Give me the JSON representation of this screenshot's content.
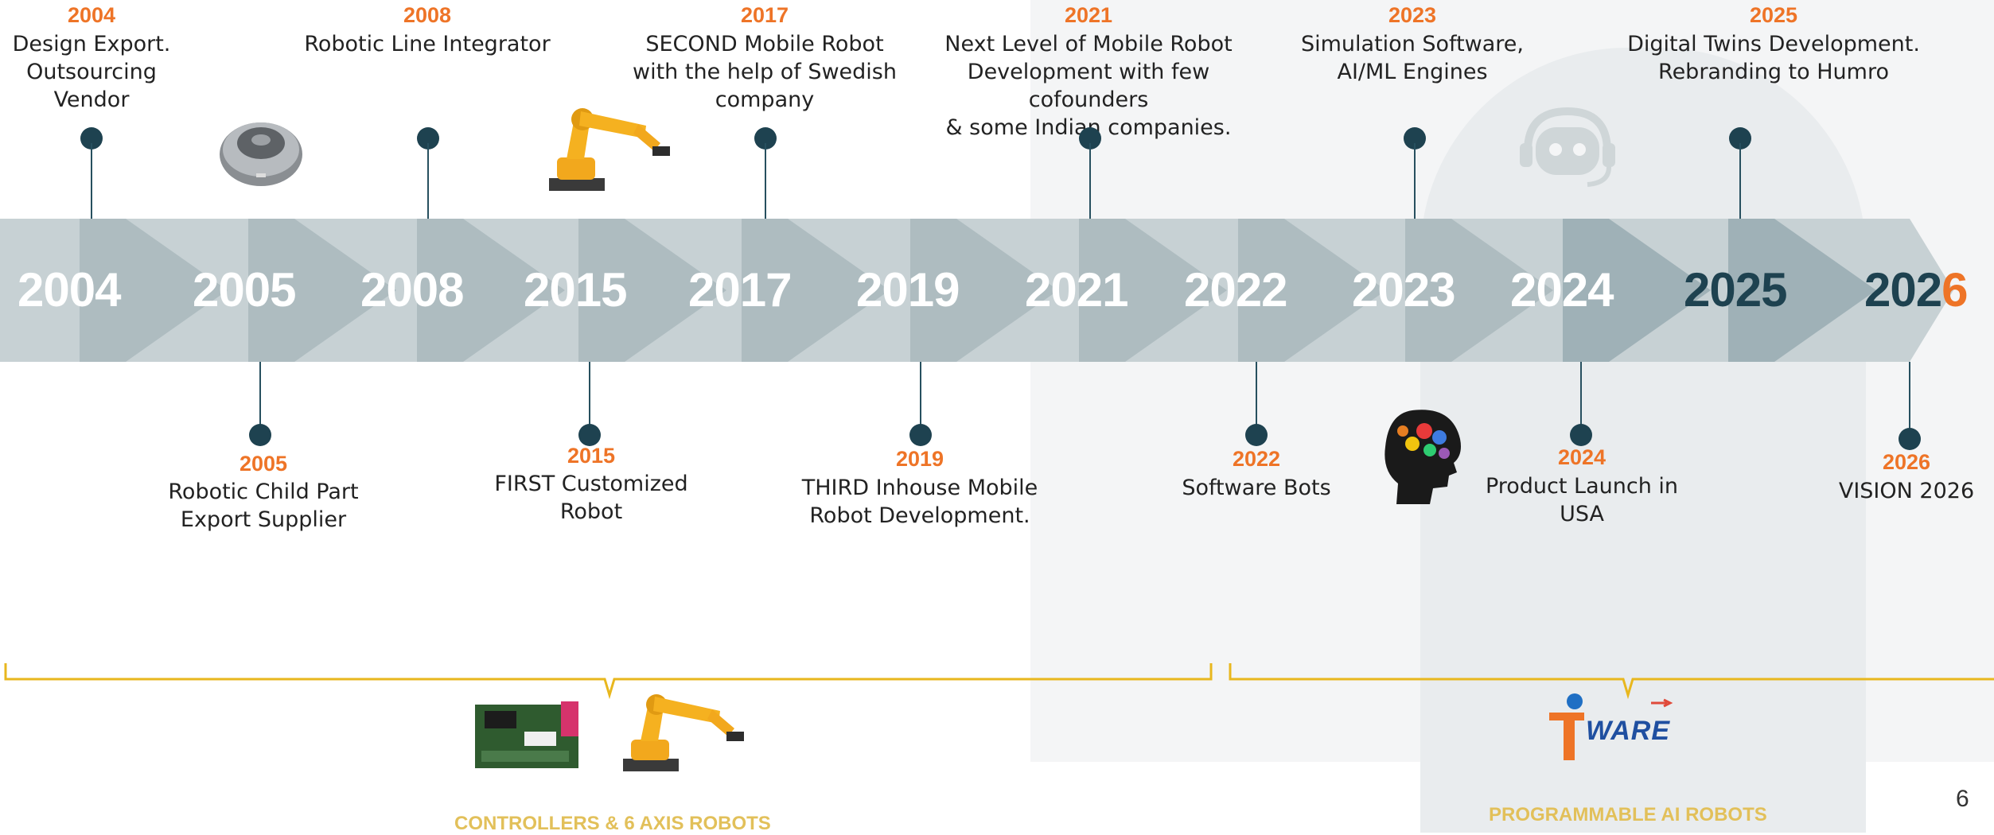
{
  "timeline": {
    "years": [
      "2004",
      "2005",
      "2008",
      "2015",
      "2017",
      "2019",
      "2021",
      "2022",
      "2023",
      "2024",
      "2025",
      "202"
    ],
    "final_year_accent": "6"
  },
  "events_top": [
    {
      "year": "2004",
      "text": "Design Export.\nOutsourcing\nVendor"
    },
    {
      "year": "2008",
      "text": "Robotic Line Integrator"
    },
    {
      "year": "2017",
      "text": "SECOND Mobile Robot\nwith the help of Swedish\ncompany"
    },
    {
      "year": "2021",
      "text": "Next Level of Mobile Robot\nDevelopment with few cofounders\n& some Indian companies."
    },
    {
      "year": "2023",
      "text": "Simulation Software,\nAI/ML Engines"
    },
    {
      "year": "2025",
      "text": "Digital Twins Development.\nRebranding to Humro"
    }
  ],
  "events_bottom": [
    {
      "year": "2005",
      "text": "Robotic Child Part\nExport Supplier"
    },
    {
      "year": "2015",
      "text": "FIRST Customized\nRobot"
    },
    {
      "year": "2019",
      "text": "THIRD Inhouse Mobile\nRobot Development."
    },
    {
      "year": "2022",
      "text": "Software Bots"
    },
    {
      "year": "2024",
      "text": "Product Launch in\nUSA"
    },
    {
      "year": "2026",
      "text": "VISION 2026"
    }
  ],
  "categories": {
    "left": "CONTROLLERS & 6 AXIS ROBOTS",
    "right": "PROGRAMMABLE AI ROBOTS"
  },
  "logo_text": "WARE",
  "page_number": "6",
  "colors": {
    "accent_orange": "#ee7427",
    "dark_teal": "#1e4250",
    "band_light": "#c7d1d4",
    "band_mid": "#aebcc0",
    "brace_gold": "#e8b71e",
    "label_gold": "#e2c05a"
  },
  "icons": [
    "robot-vacuum-icon",
    "robot-arm-icon",
    "headset-bot-icon",
    "brain-gears-icon",
    "controller-board-icon",
    "iware-logo"
  ]
}
